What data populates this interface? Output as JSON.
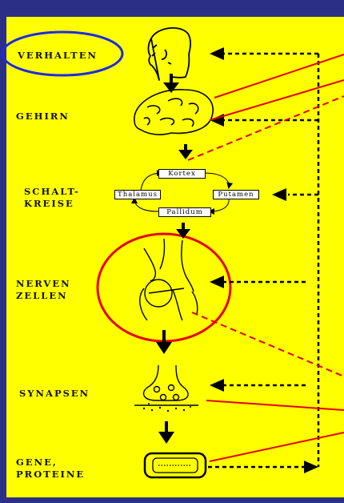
{
  "levels": [
    {
      "id": "verhalten",
      "label": "VERHALTEN"
    },
    {
      "id": "gehirn",
      "label": "GEHIRN"
    },
    {
      "id": "schaltkreise",
      "label": "SCHALT-\nKREISE"
    },
    {
      "id": "nervenzellen",
      "label": "NERVEN\nZELLEN"
    },
    {
      "id": "synapsen",
      "label": "SYNAPSEN"
    },
    {
      "id": "gene",
      "label": "GENE,\nPROTEINE"
    }
  ],
  "circuit": {
    "kortex": "Kortex",
    "thalamus": "Thalamus",
    "putamen": "Putamen",
    "pallidum": "Pallidum"
  },
  "colors": {
    "background": "#ffff00",
    "frame": "#2b2f86",
    "highlight_circle_blue": "#1f2be0",
    "highlight_circle_red": "#e60000",
    "link_lines": "#e60000",
    "arrows": "#000000"
  },
  "icons": {
    "verhalten": "human-head-icon",
    "gehirn": "brain-icon",
    "nervenzellen": "neurons-icon",
    "synapsen": "synapse-icon",
    "gene": "gene-chip-icon"
  }
}
